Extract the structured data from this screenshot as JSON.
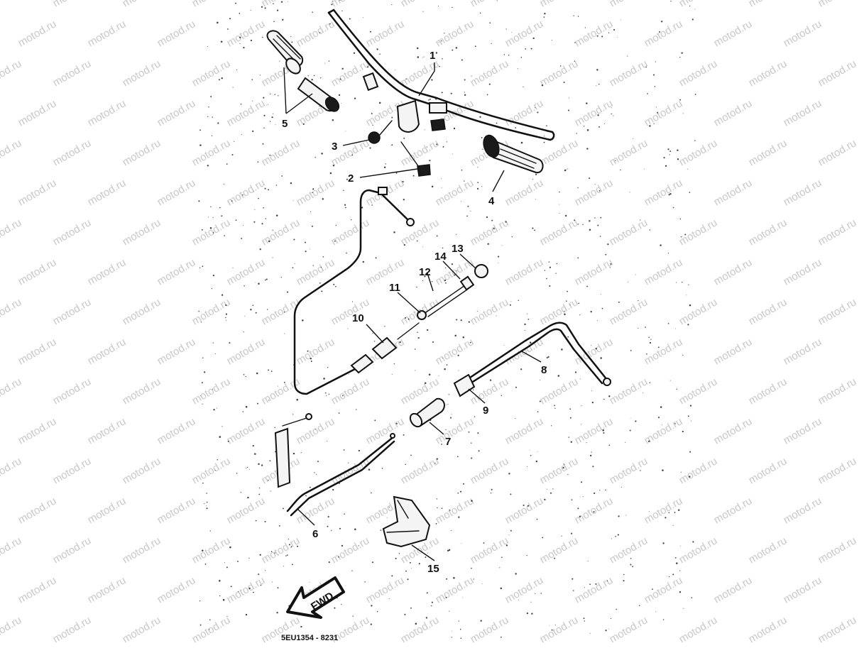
{
  "watermark": {
    "text": "motod.ru"
  },
  "callouts": [
    {
      "id": "1",
      "label": "1"
    },
    {
      "id": "2",
      "label": "2"
    },
    {
      "id": "3",
      "label": "3"
    },
    {
      "id": "4",
      "label": "4"
    },
    {
      "id": "5",
      "label": "5"
    },
    {
      "id": "6",
      "label": "6"
    },
    {
      "id": "7",
      "label": "7"
    },
    {
      "id": "8",
      "label": "8"
    },
    {
      "id": "9",
      "label": "9"
    },
    {
      "id": "10",
      "label": "10"
    },
    {
      "id": "11",
      "label": "11"
    },
    {
      "id": "12",
      "label": "12"
    },
    {
      "id": "13",
      "label": "13"
    },
    {
      "id": "14",
      "label": "14"
    },
    {
      "id": "15",
      "label": "15"
    }
  ],
  "direction_arrow": {
    "label": "FWD"
  },
  "drawing_code": "5EU1354 - 8231",
  "icons": [
    "fwd-arrow-icon"
  ],
  "colors": {
    "ink": "#111111",
    "watermark": "#c8c8c8",
    "background": "#ffffff"
  }
}
